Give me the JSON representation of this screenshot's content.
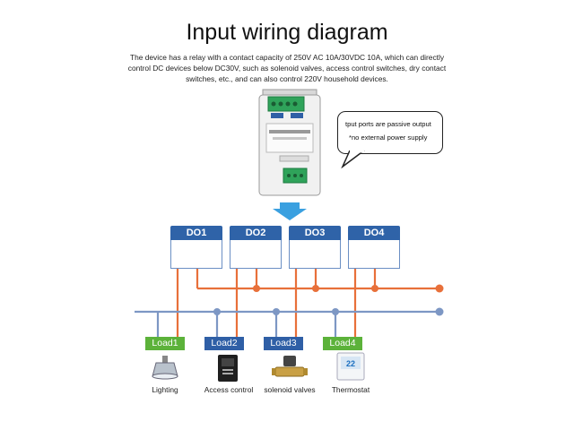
{
  "title": "Input wiring diagram",
  "description": "The device has a relay with a contact capacity of 250V AC 10A/30VDC 10A, which can directly control DC devices below DC30V, such as solenoid valves, access control switches, dry contact switches, etc., and can also control 220V household devices.",
  "callout": {
    "line1": "tput ports are passive output",
    "line2": "*no external power supply"
  },
  "outputs": [
    {
      "label": "DO1"
    },
    {
      "label": "DO2"
    },
    {
      "label": "DO3"
    },
    {
      "label": "DO4"
    }
  ],
  "loads": [
    {
      "label": "Load1",
      "caption": "Lighting",
      "color": "#5cb23a",
      "icon": "lamp-icon"
    },
    {
      "label": "Load2",
      "caption": "Access control",
      "color": "#2f5fa6",
      "icon": "intercom-icon"
    },
    {
      "label": "Load3",
      "caption": "solenoid valves",
      "color": "#2f5fa6",
      "icon": "valve-icon"
    },
    {
      "label": "Load4",
      "caption": "Thermostat",
      "color": "#5cb23a",
      "icon": "thermostat-icon"
    }
  ],
  "thermostat_reading": "22",
  "colors": {
    "relay_header": "#2f63a8",
    "orange_wire": "#e8703a",
    "blue_wire": "#7d97c4",
    "arrow": "#3aa0e0"
  }
}
